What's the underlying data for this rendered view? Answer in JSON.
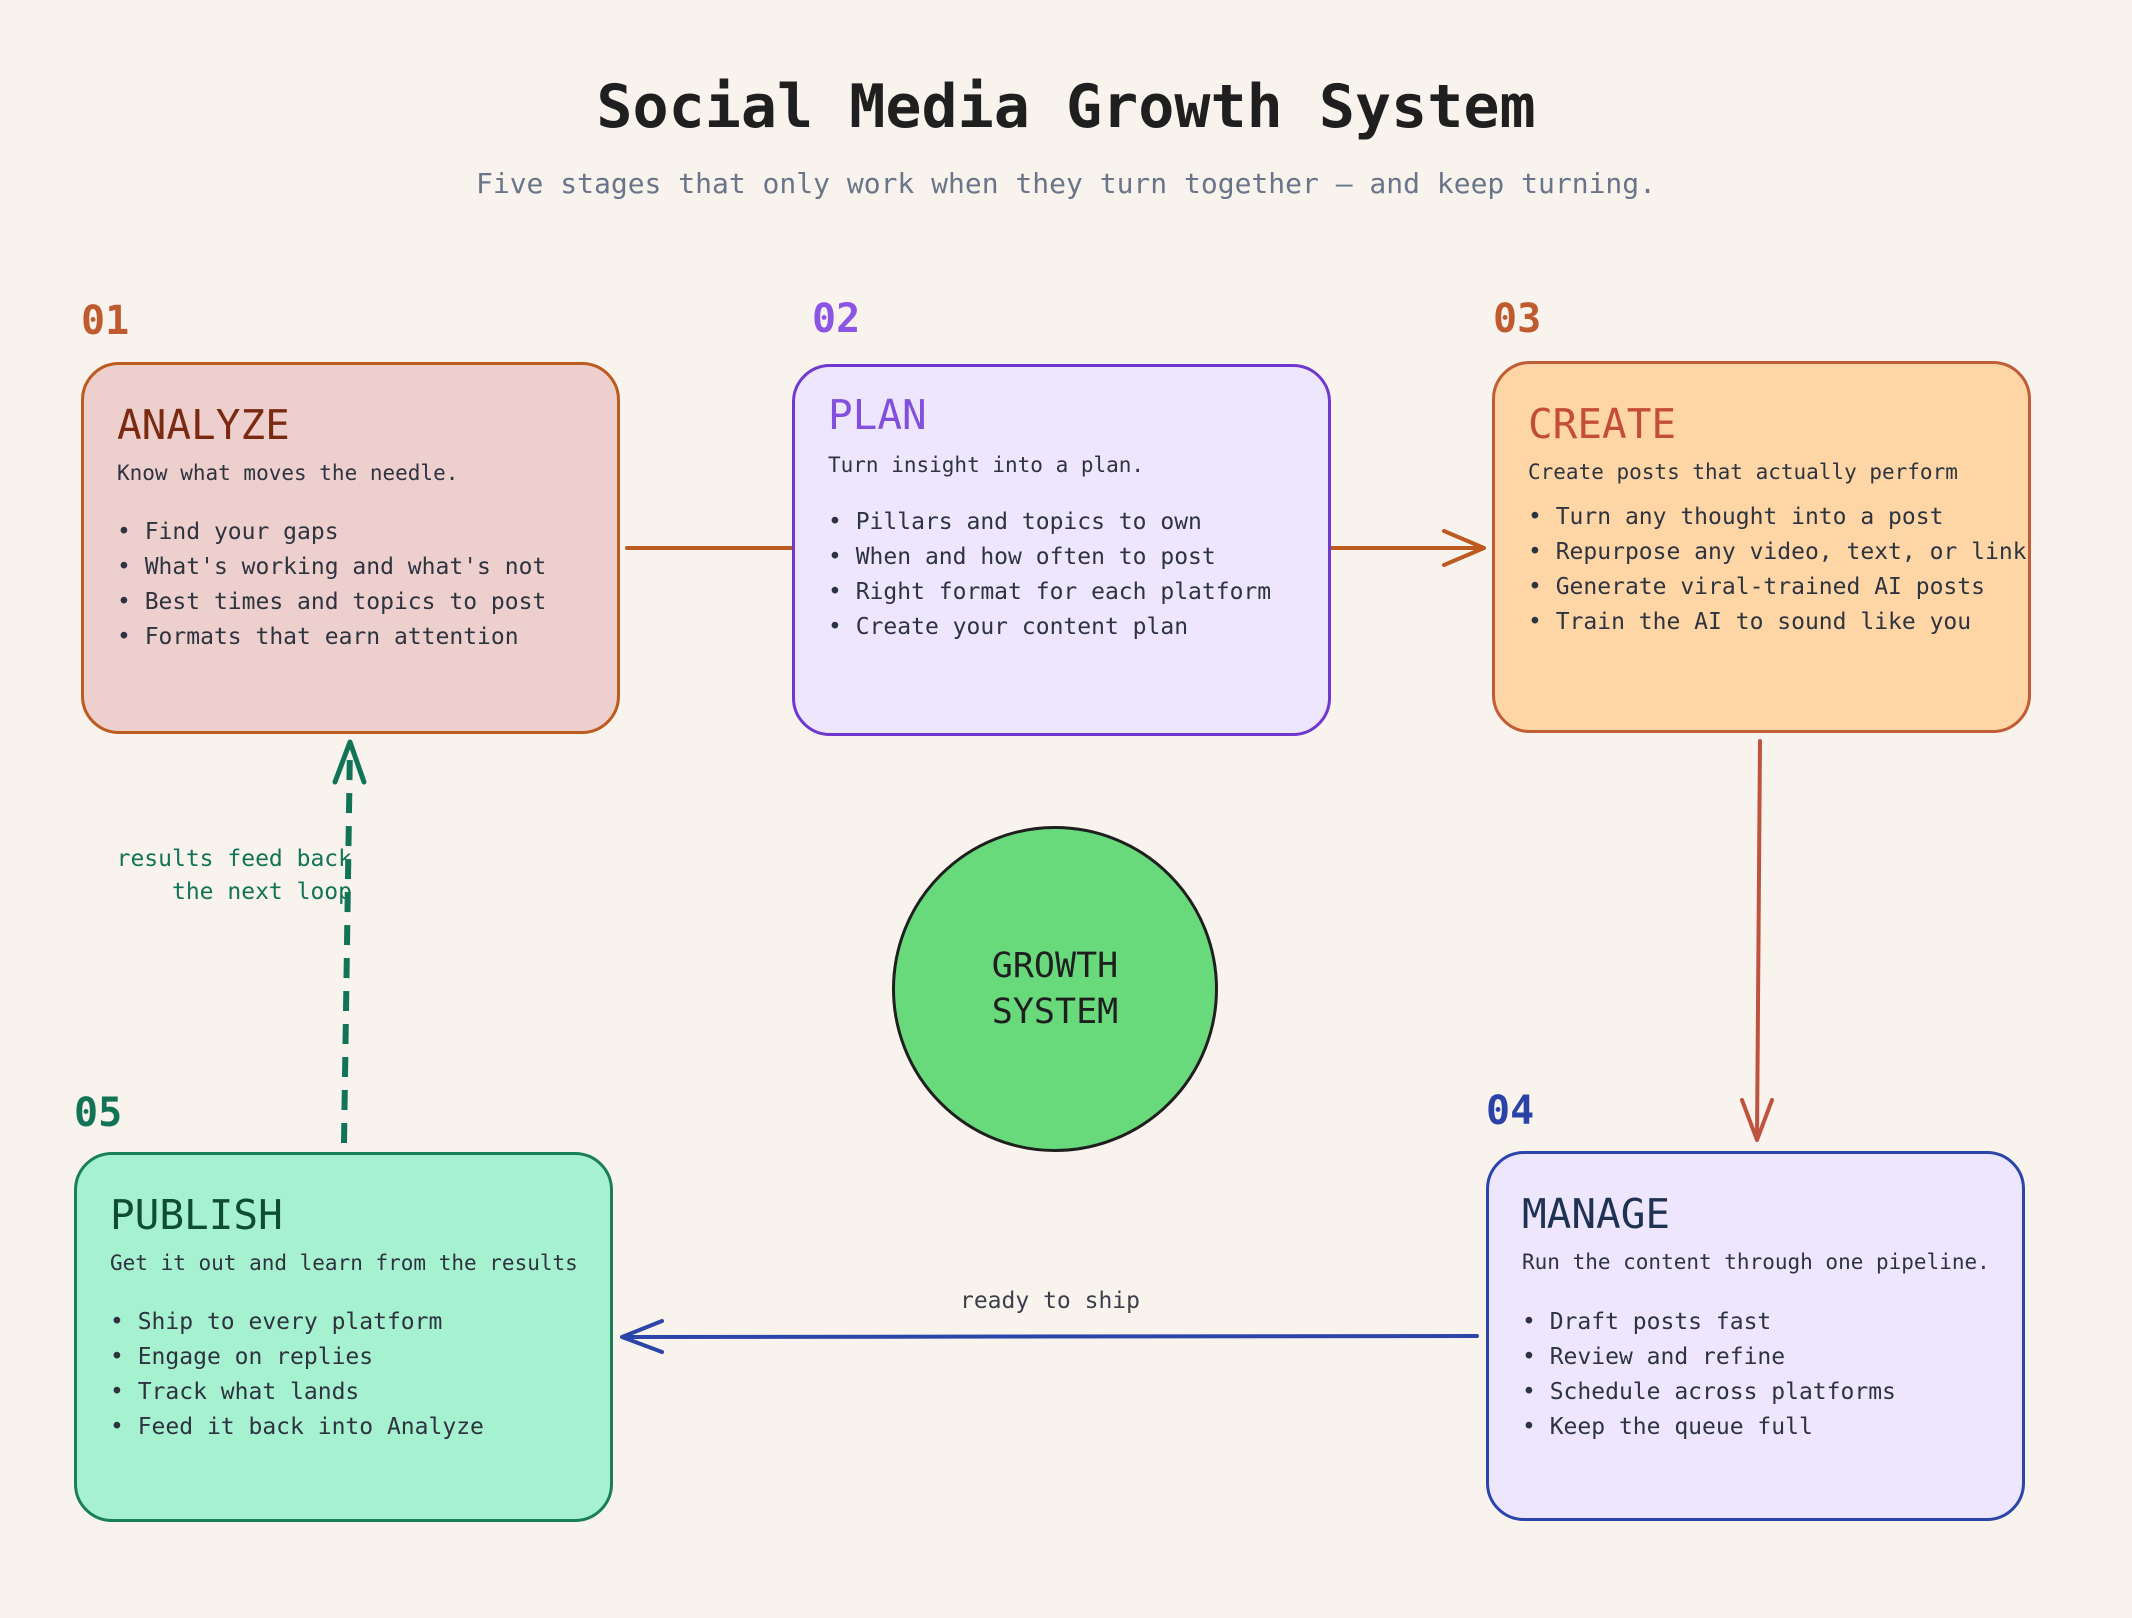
{
  "header": {
    "title": "Social Media Growth System",
    "subtitle": "Five stages that only work when they turn together — and keep turning."
  },
  "hub": {
    "label": "GROWTH\nSYSTEM",
    "color": "#69da7c"
  },
  "stages": [
    {
      "number": "01",
      "title": "ANALYZE",
      "description": "Know what moves the needle.",
      "items": [
        "Find your gaps",
        "What's working and what's not",
        "Best times and topics to post",
        "Formats that earn attention"
      ],
      "fill": "#edcfcd",
      "border": "#bd5a20",
      "title_color": "#7b2a12",
      "number_color": "#c05a2f"
    },
    {
      "number": "02",
      "title": "PLAN",
      "description": "Turn insight into a plan.",
      "items": [
        "Pillars and topics to own",
        "When and how often to post",
        "Right format for each platform",
        "Create your content plan"
      ],
      "fill": "#ede6fd",
      "border": "#7038cf",
      "title_color": "#8250dc",
      "number_color": "#8d55e4"
    },
    {
      "number": "03",
      "title": "CREATE",
      "description": "Create posts that actually perform",
      "items": [
        "Turn any thought into a post",
        "Repurpose any video, text, or link",
        "Generate viral-trained AI posts",
        "Train the AI to sound like you"
      ],
      "fill": "#fed6a5",
      "border": "#c05c36",
      "title_color": "#c44e35",
      "number_color": "#c05a2f"
    },
    {
      "number": "04",
      "title": "MANAGE",
      "description": "Run the content through one pipeline.",
      "items": [
        "Draft posts fast",
        "Review and refine",
        "Schedule across platforms",
        "Keep the queue full"
      ],
      "fill": "#ede6fd",
      "border": "#2b45a8",
      "title_color": "#1f3254",
      "number_color": "#2a43a8"
    },
    {
      "number": "05",
      "title": "PUBLISH",
      "description": "Get it out and learn from the results",
      "items": [
        "Ship to every platform",
        "Engage on replies",
        "Track what lands",
        "Feed it back into Analyze"
      ],
      "fill": "#a6f1d0",
      "border": "#1a7f58",
      "title_color": "#0f4d33",
      "number_color": "#137356"
    }
  ],
  "connections": [
    {
      "from": "ANALYZE",
      "to": "PLAN",
      "label": "",
      "color": "#bd5a20",
      "style": "solid"
    },
    {
      "from": "PLAN",
      "to": "CREATE",
      "label": "",
      "color": "#bd5a20",
      "style": "solid"
    },
    {
      "from": "CREATE",
      "to": "MANAGE",
      "label": "",
      "color": "#c0533f",
      "style": "solid"
    },
    {
      "from": "MANAGE",
      "to": "PUBLISH",
      "label": "ready to ship",
      "color": "#2b45a8",
      "style": "solid"
    },
    {
      "from": "PUBLISH",
      "to": "ANALYZE",
      "label": "results feed back\nthe next loop",
      "color": "#137356",
      "style": "dashed"
    }
  ]
}
